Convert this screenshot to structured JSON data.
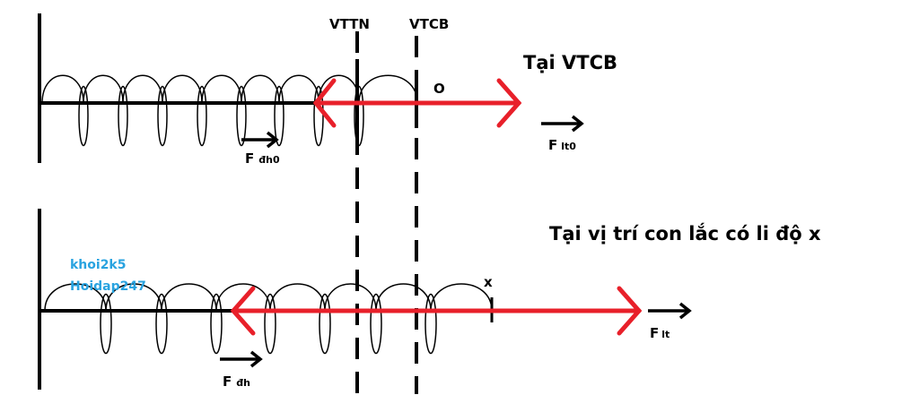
{
  "labels": {
    "vttn": "VTTN",
    "vtcb": "VTCB",
    "origin": "O",
    "x_mark": "x"
  },
  "top_panel": {
    "title": "Tại VTCB",
    "force_elastic": {
      "symbol": "F",
      "subscript": "đh0"
    },
    "force_inertia": {
      "symbol": "F",
      "subscript": "lt0"
    }
  },
  "bottom_panel": {
    "title": "Tại vị trí con lắc có li độ x",
    "force_elastic": {
      "symbol": "F",
      "subscript": "đh"
    },
    "force_inertia": {
      "symbol": "F",
      "subscript": "lt"
    }
  },
  "watermark": {
    "line1": "khoi2k5",
    "line2": "Hoidap247"
  },
  "colors": {
    "line": "#000000",
    "vector": "#e8202a",
    "watermark": "#29a3e0"
  }
}
